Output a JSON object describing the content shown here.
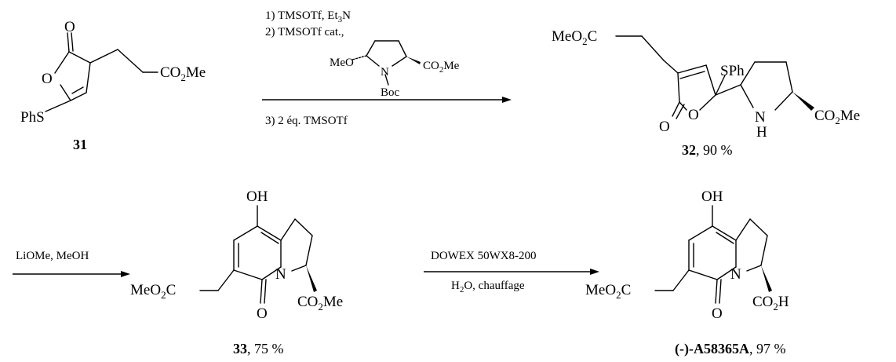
{
  "step1": {
    "conditions": [
      "1) TMSOTf, Et3N",
      "2) TMSOTf cat.,",
      "3) 2 éq. TMSOTf"
    ],
    "reagent_labels": {
      "meo": "MeO",
      "n": "N",
      "co2me": "CO2Me",
      "boc": "Boc"
    }
  },
  "step2": {
    "conditions": [
      "LiOMe, MeOH"
    ]
  },
  "step3": {
    "conditions": [
      "DOWEX 50WX8-200",
      "H2O, chauffage"
    ]
  },
  "compounds": [
    {
      "id": "31",
      "yield": "",
      "labels": {
        "o_carbonyl": "O",
        "o_ring": "O",
        "phs": "PhS",
        "co2me": "CO2Me"
      }
    },
    {
      "id": "32",
      "yield": ", 90 %",
      "labels": {
        "meo2c": "MeO2C",
        "sph": "SPh",
        "o_carbonyl": "O",
        "o_ring": "O",
        "n": "N",
        "h": "H",
        "co2me": "CO2Me"
      }
    },
    {
      "id": "33",
      "yield": ", 75 %",
      "labels": {
        "oh": "OH",
        "meo2c": "MeO2C",
        "n": "N",
        "o": "O",
        "co2me": "CO2Me"
      }
    },
    {
      "id": "(-)-A58365A",
      "yield": ", 97 %",
      "labels": {
        "oh": "OH",
        "meo2c": "MeO2C",
        "n": "N",
        "o": "O",
        "co2h": "CO2H"
      }
    }
  ]
}
